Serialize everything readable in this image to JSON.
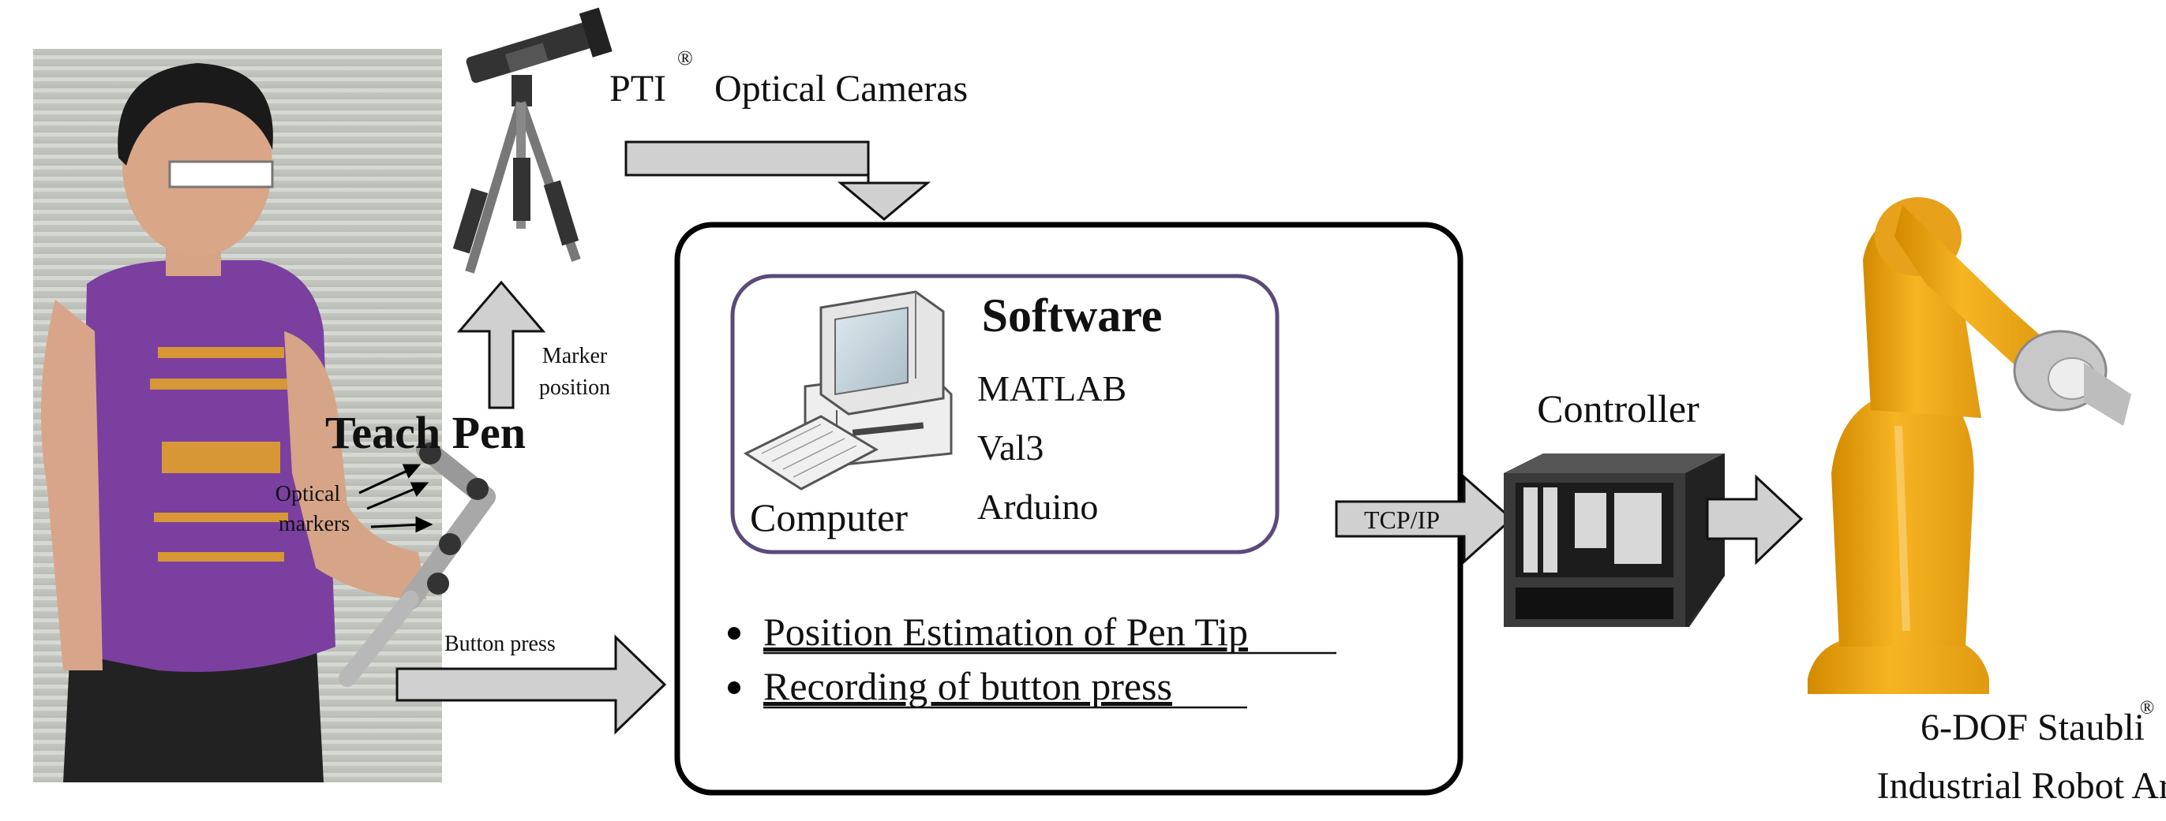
{
  "diagram": {
    "cameras": {
      "label": "PTI",
      "reg_mark": "®",
      "label_rest": "Optical Cameras"
    },
    "teach_pen": {
      "title": "Teach Pen",
      "markers_label_1": "Optical",
      "markers_label_2": "markers"
    },
    "marker_position": {
      "line1": "Marker",
      "line2": "position"
    },
    "button_press": {
      "label": "Button press"
    },
    "software": {
      "title": "Software",
      "items": [
        "MATLAB",
        "Val3",
        "Arduino"
      ],
      "computer_label": "Computer"
    },
    "processing": {
      "bullets": [
        "Position Estimation of Pen Tip",
        "Recording of button press"
      ]
    },
    "tcpip": {
      "label": "TCP/IP"
    },
    "controller": {
      "label": "Controller"
    },
    "robot": {
      "line1": "6-DOF Staubli",
      "reg_mark": "®",
      "line2": "Industrial Robot Arm"
    },
    "colors": {
      "arrow_fill": "#d0d0d0",
      "software_border": "#5b4a7a",
      "main_border": "#000000",
      "robot_yellow": "#f2ae1c",
      "shirt_purple": "#7b3fa0"
    }
  }
}
